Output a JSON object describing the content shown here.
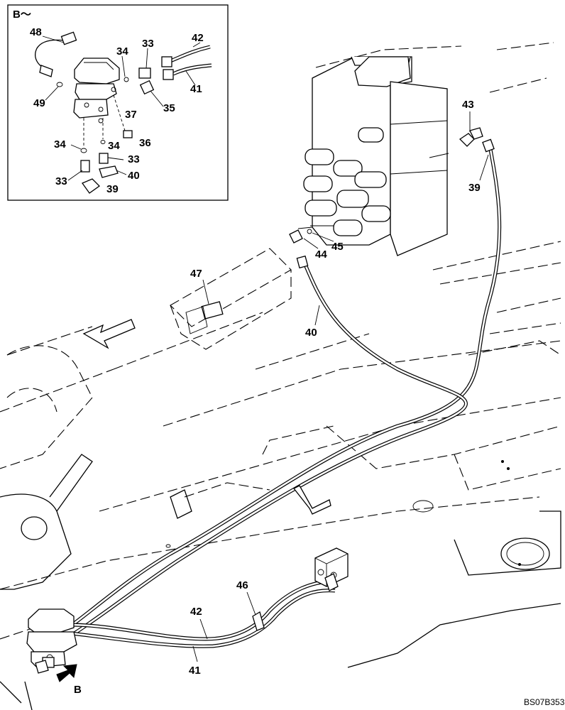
{
  "detail": {
    "title": "B～",
    "labels": [
      "48",
      "34",
      "33",
      "42",
      "49",
      "35",
      "41",
      "37",
      "34",
      "36",
      "34",
      "33",
      "33",
      "40",
      "39"
    ]
  },
  "main": {
    "labels": [
      "43",
      "39",
      "44",
      "45",
      "47",
      "40",
      "46",
      "42",
      "41"
    ],
    "view_marker": "B"
  },
  "drawing_code": "BS07B353"
}
